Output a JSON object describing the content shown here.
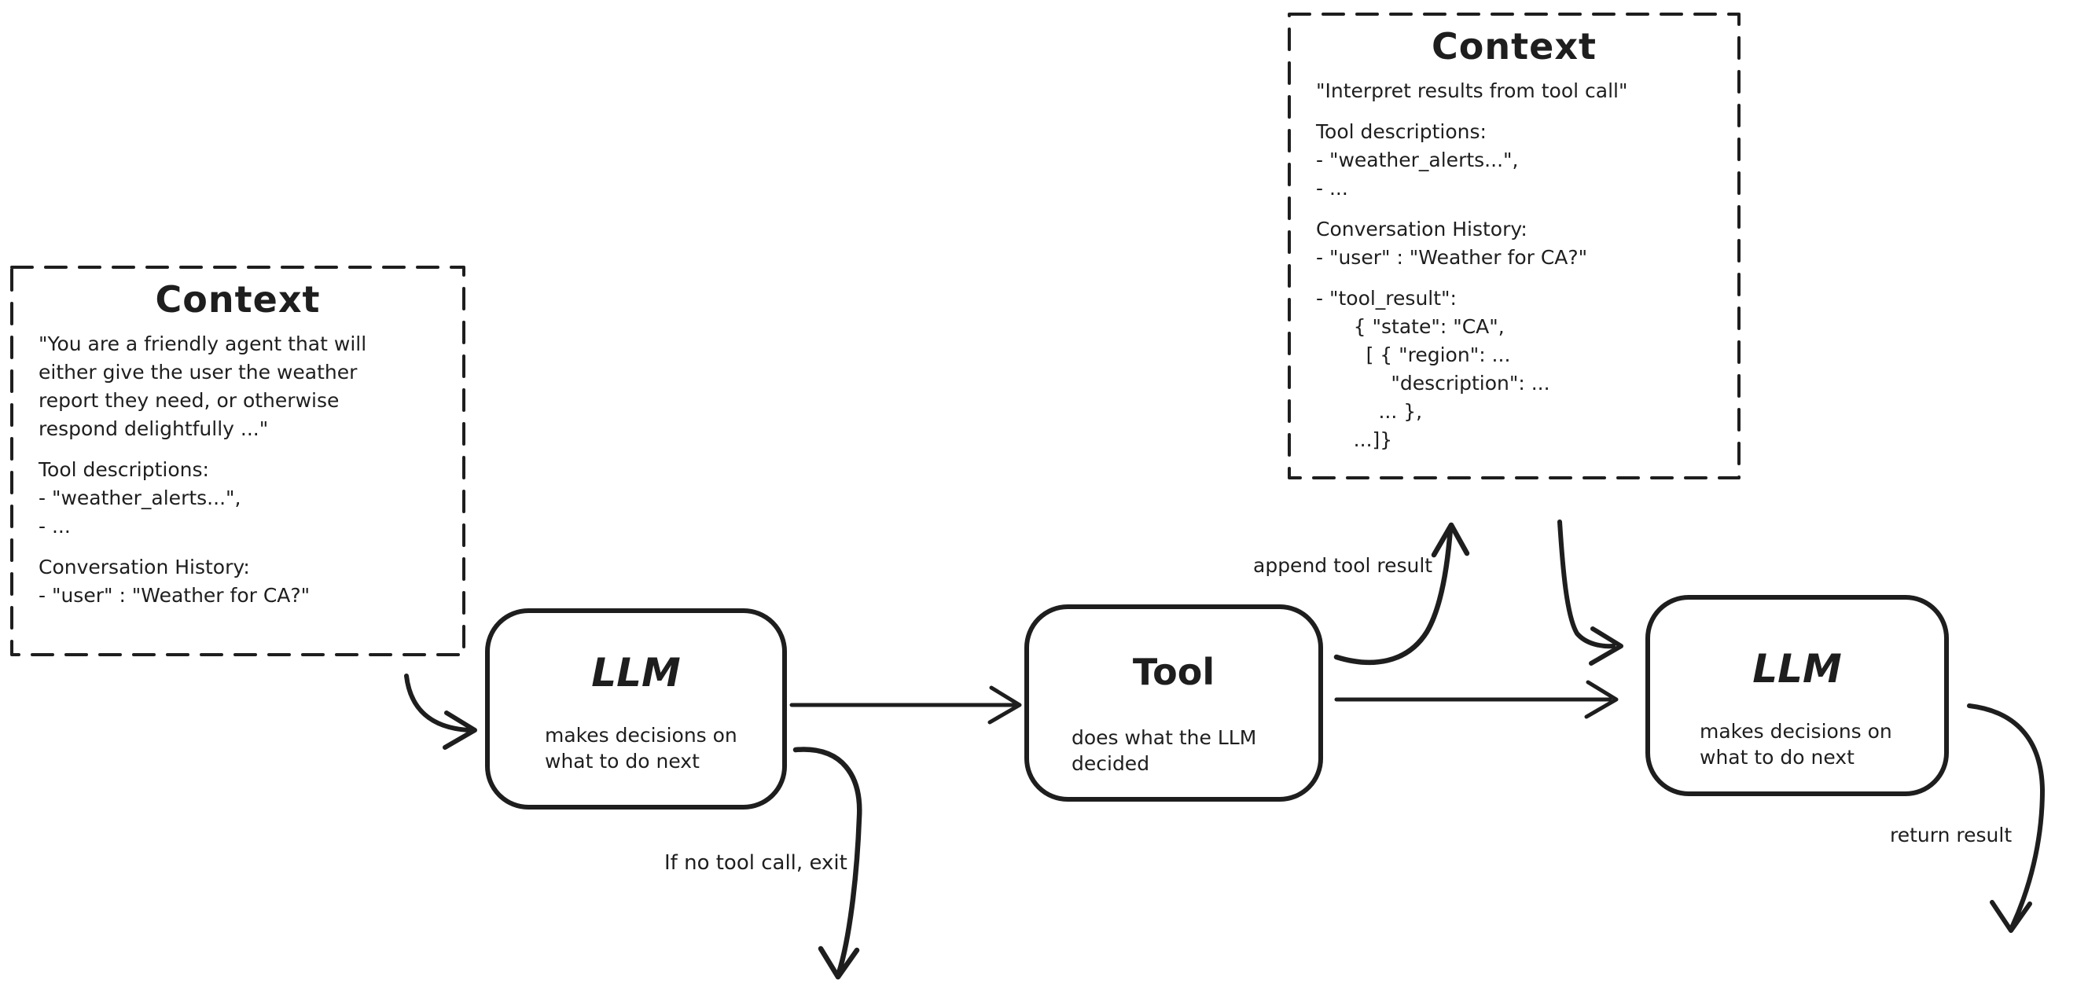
{
  "page": {
    "background_color": "#ffffff",
    "ink_color": "#1e1e1e"
  },
  "context_left": {
    "title": "Context",
    "lines": [
      "\"You are a friendly agent that will",
      "either give the user the weather",
      "report they need, or otherwise",
      "respond delightfully ...\"",
      "",
      "Tool descriptions:",
      "- \"weather_alerts...\",",
      "- ...",
      "",
      "Conversation History:",
      "- \"user\" : \"Weather for CA?\""
    ]
  },
  "context_right": {
    "title": "Context",
    "lines": [
      "\"Interpret results from tool call\"",
      "",
      "Tool descriptions:",
      "- \"weather_alerts...\",",
      "- ...",
      "",
      "Conversation History:",
      "- \"user\" : \"Weather for CA?\"",
      "",
      "- \"tool_result\":",
      "      { \"state\": \"CA\",",
      "        [ { \"region\": ...",
      "            \"description\": ...",
      "          ... },",
      "      ...]}"
    ]
  },
  "nodes": [
    {
      "id": "llm-1",
      "title": "LLM",
      "subtitle_lines": [
        "makes decisions on",
        "what to do next"
      ]
    },
    {
      "id": "tool",
      "title": "Tool",
      "subtitle_lines": [
        "does what the LLM",
        "decided"
      ]
    },
    {
      "id": "llm-2",
      "title": "LLM",
      "subtitle_lines": [
        "makes decisions on",
        "what to do next"
      ]
    }
  ],
  "edge_labels": {
    "append_tool_result": "append tool result",
    "if_no_tool_call_exit": "If no tool call, exit",
    "return_result": "return result"
  }
}
